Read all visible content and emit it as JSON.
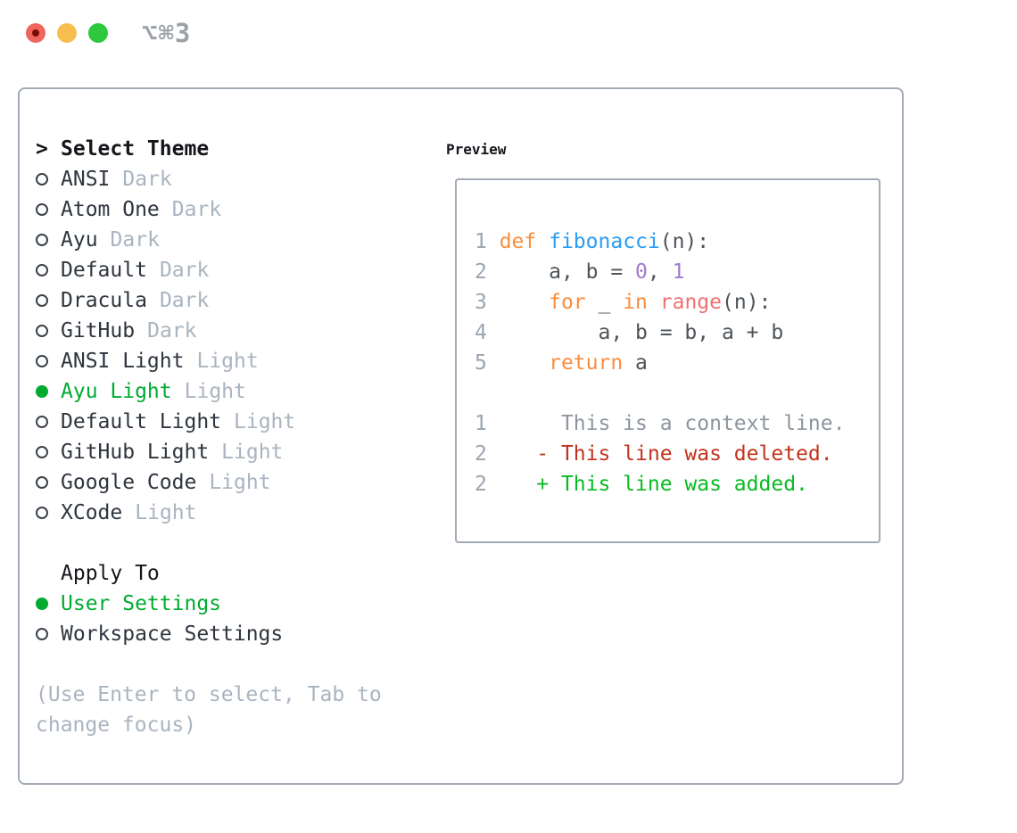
{
  "colors": {
    "selection_green": "#00ab30",
    "panel_border": "#a2abb5",
    "item_text": "#2e353e",
    "muted_gray": "#a9b4c0",
    "line_number_gray": "#9aa5b1",
    "code_plain": "#4e545a",
    "syntax_keyword_orange": "#fa8d3e",
    "syntax_function_blue": "#2a9df4",
    "syntax_call_coral": "#f07171",
    "syntax_number_purple": "#a37acc",
    "diff_context_gray": "#8d959e",
    "diff_deleted_red": "#c2331d",
    "diff_added_green": "#09bb22",
    "traffic_red": "#f0655c",
    "traffic_yellow": "#f6bd4f",
    "traffic_green": "#2dc83e"
  },
  "titlebar": {
    "shortcut": "⌥⌘3"
  },
  "theme_picker": {
    "prompt": ">",
    "title": "Select Theme",
    "items": [
      {
        "name": "ANSI",
        "variant": "Dark",
        "selected": false
      },
      {
        "name": "Atom One",
        "variant": "Dark",
        "selected": false
      },
      {
        "name": "Ayu",
        "variant": "Dark",
        "selected": false
      },
      {
        "name": "Default",
        "variant": "Dark",
        "selected": false
      },
      {
        "name": "Dracula",
        "variant": "Dark",
        "selected": false
      },
      {
        "name": "GitHub",
        "variant": "Dark",
        "selected": false
      },
      {
        "name": "ANSI Light",
        "variant": "Light",
        "selected": false
      },
      {
        "name": "Ayu Light",
        "variant": "Light",
        "selected": true
      },
      {
        "name": "Default Light",
        "variant": "Light",
        "selected": false
      },
      {
        "name": "GitHub Light",
        "variant": "Light",
        "selected": false
      },
      {
        "name": "Google Code",
        "variant": "Light",
        "selected": false
      },
      {
        "name": "XCode",
        "variant": "Light",
        "selected": false
      }
    ],
    "apply_to": {
      "title": "Apply To",
      "options": [
        {
          "name": "User Settings",
          "selected": true
        },
        {
          "name": "Workspace Settings",
          "selected": false
        }
      ]
    },
    "hint_lines": [
      "(Use Enter to select, Tab to",
      "change focus)"
    ]
  },
  "preview": {
    "title": "Preview",
    "lines": [
      [
        [
          "ln",
          "1 "
        ],
        [
          "kw",
          "def"
        ],
        [
          "pl",
          " "
        ],
        [
          "fn",
          "fibonacci"
        ],
        [
          "pl",
          "(n):"
        ]
      ],
      [
        [
          "ln",
          "2 "
        ],
        [
          "pl",
          "    a, b = "
        ],
        [
          "num",
          "0"
        ],
        [
          "pl",
          ", "
        ],
        [
          "num",
          "1"
        ]
      ],
      [
        [
          "ln",
          "3 "
        ],
        [
          "pl",
          "    "
        ],
        [
          "kw",
          "for"
        ],
        [
          "pl",
          " _ "
        ],
        [
          "kw",
          "in"
        ],
        [
          "pl",
          " "
        ],
        [
          "call",
          "range"
        ],
        [
          "pl",
          "(n):"
        ]
      ],
      [
        [
          "ln",
          "4 "
        ],
        [
          "pl",
          "        a, b = b, a + b"
        ]
      ],
      [
        [
          "ln",
          "5 "
        ],
        [
          "pl",
          "    "
        ],
        [
          "kw",
          "return"
        ],
        [
          "pl",
          " a"
        ]
      ],
      [],
      [
        [
          "ln",
          "1"
        ],
        [
          "ctx",
          "      This is a context line."
        ]
      ],
      [
        [
          "ln",
          "2"
        ],
        [
          "del",
          "    - This line was deleted."
        ]
      ],
      [
        [
          "ln",
          "2"
        ],
        [
          "add",
          "    + This line was added."
        ]
      ]
    ]
  }
}
